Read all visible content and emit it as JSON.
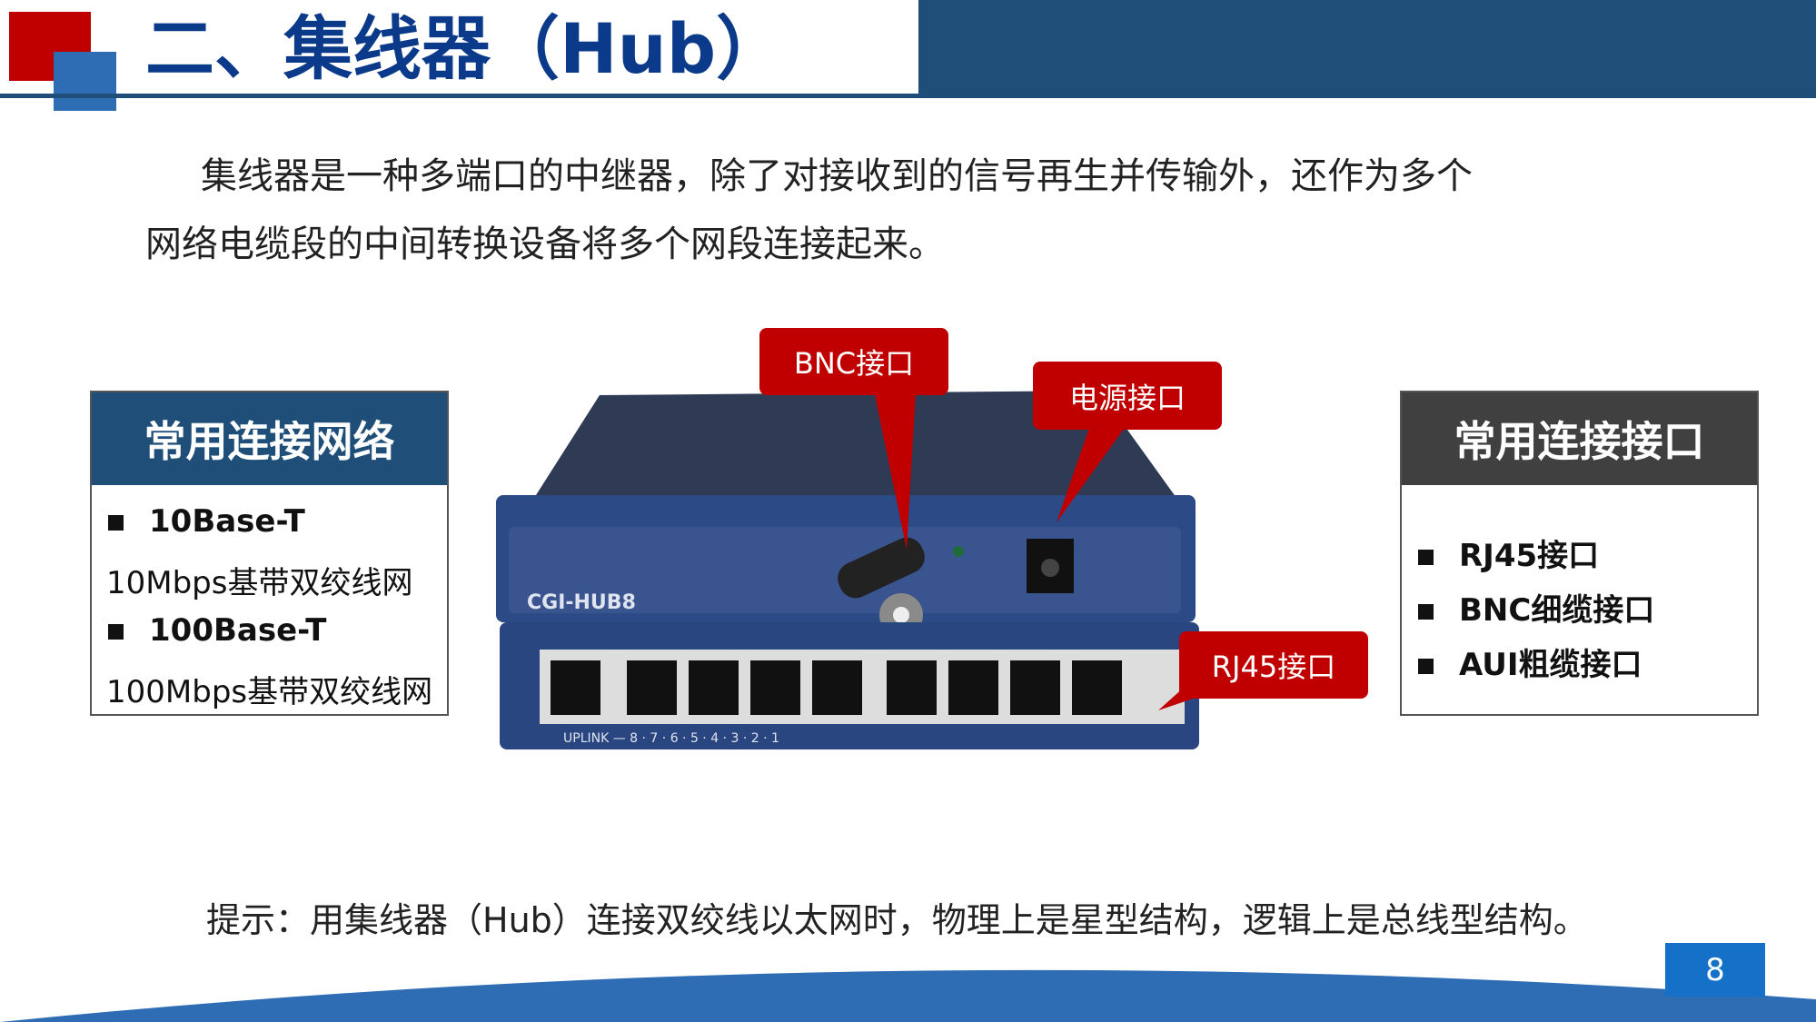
{
  "title": "二、集线器（Hub）",
  "intro": {
    "line1": "集线器是一种多端口的中继器，除了对接收到的信号再生并传输外，还作为多个",
    "line2": "网络电缆段的中间转换设备将多个网段连接起来。"
  },
  "left_box": {
    "title": "常用连接网络",
    "items": [
      {
        "name": "10Base-T",
        "desc": "10Mbps基带双绞线网"
      },
      {
        "name": "100Base-T",
        "desc": "100Mbps基带双绞线网"
      }
    ]
  },
  "right_box": {
    "title": "常用连接接口",
    "items": [
      "RJ45接口",
      "BNC细缆接口",
      "AUI粗缆接口"
    ]
  },
  "callouts": {
    "bnc": "BNC接口",
    "power": "电源接口",
    "rj45": "RJ45接口"
  },
  "hint": "提示：用集线器（Hub）连接双绞线以太网时，物理上是星型结构，逻辑上是总线型结构。",
  "page_number": "8",
  "colors": {
    "red": "#c00000",
    "navy": "#1f4e79",
    "blue": "#2e6db4",
    "title": "#0b3a8a",
    "dark_header": "#404040"
  }
}
